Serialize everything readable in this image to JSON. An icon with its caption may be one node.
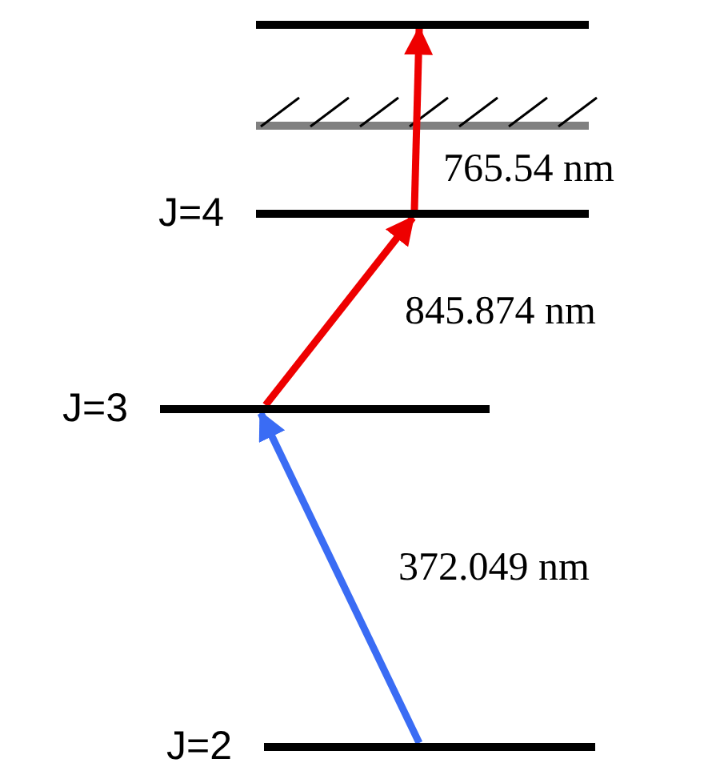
{
  "diagram": {
    "nodes": [
      {
        "text": [],
        "shape": "bar"
      },
      {
        "text": [],
        "shape": "bar",
        "beside": [
          "J=4"
        ]
      },
      {
        "text": [],
        "shape": "bar",
        "beside": [
          "J=3"
        ]
      },
      {
        "text": [],
        "shape": "bar",
        "beside": [
          "J=2"
        ]
      }
    ],
    "edges": [
      {
        "from": 3,
        "to": 2,
        "arrow": "to",
        "label": "372.049 nm",
        "color": "#3a6cf4"
      },
      {
        "from": 2,
        "to": 1,
        "arrow": "to",
        "label": "845.874 nm"
      },
      {
        "from": 1,
        "to": 0,
        "arrow": "to",
        "label": "765.54 nm"
      }
    ]
  }
}
